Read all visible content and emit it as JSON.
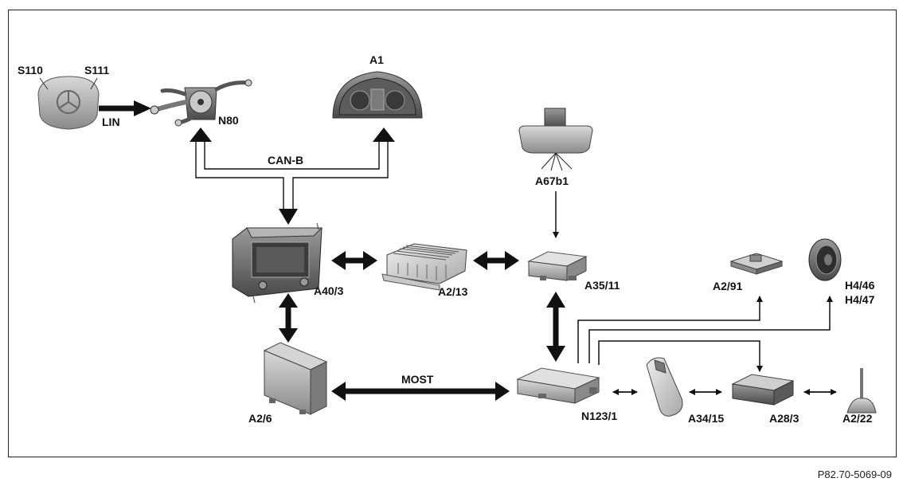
{
  "figure_ref": "P82.70-5069-09",
  "buses": {
    "lin": "LIN",
    "can_b": "CAN-B",
    "most": "MOST"
  },
  "components": {
    "s110": "S110",
    "s111": "S111",
    "n80": "N80",
    "a1": "A1",
    "a67b1": "A67b1",
    "a40_3": "A40/3",
    "a2_13": "A2/13",
    "a35_11": "A35/11",
    "a2_91": "A2/91",
    "h4_46": "H4/46",
    "h4_47": "H4/47",
    "a2_6": "A2/6",
    "n123_1": "N123/1",
    "a34_15": "A34/15",
    "a28_3": "A28/3",
    "a2_22": "A2/22"
  }
}
